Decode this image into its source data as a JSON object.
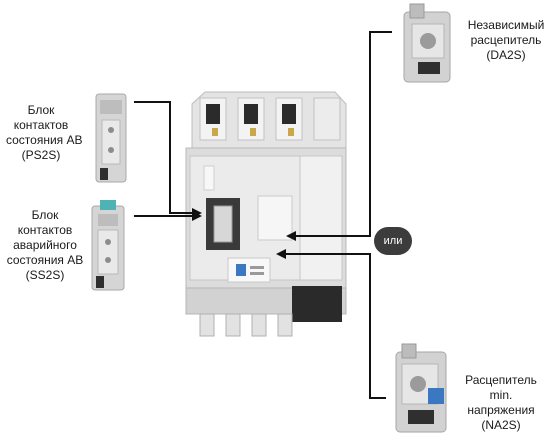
{
  "labels": {
    "ps2s": [
      "Блок",
      "контактов",
      "состояния АВ",
      "(PS2S)"
    ],
    "ss2s": [
      "Блок",
      "контактов",
      "аварийного",
      "состояния АВ",
      "(SS2S)"
    ],
    "da2s": [
      "Независимый",
      "расцепитель",
      "(DA2S)"
    ],
    "na2s": [
      "Расцепитель",
      "min.",
      "напряжения",
      "(NA2S)"
    ]
  },
  "or_badge": "или",
  "colors": {
    "connector": "#111111",
    "device_light": "#e9e9e9",
    "device_mid": "#cfcfcf",
    "device_dark": "#2a2a2a",
    "accent_blue": "#3a78c2",
    "accent_teal": "#4fb3b3"
  }
}
